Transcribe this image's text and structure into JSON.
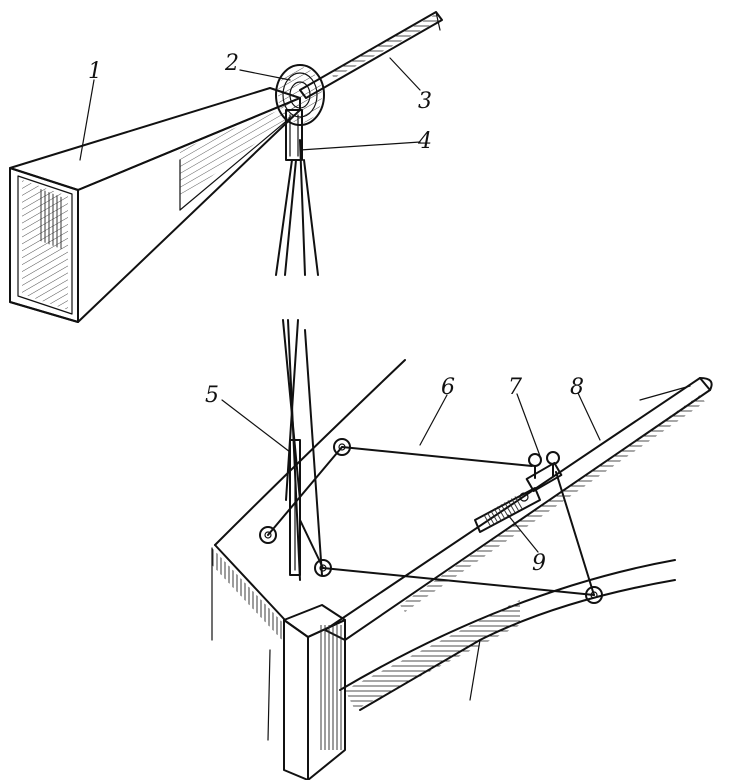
{
  "labels": [
    {
      "id": "1",
      "text": "1"
    },
    {
      "id": "2",
      "text": "2"
    },
    {
      "id": "3",
      "text": "3"
    },
    {
      "id": "4",
      "text": "4"
    },
    {
      "id": "5",
      "text": "5"
    },
    {
      "id": "6",
      "text": "6"
    },
    {
      "id": "7",
      "text": "7"
    },
    {
      "id": "8",
      "text": "8"
    },
    {
      "id": "9",
      "text": "9"
    }
  ],
  "colors": {
    "ink": "#111111",
    "paper": "#ffffff"
  }
}
